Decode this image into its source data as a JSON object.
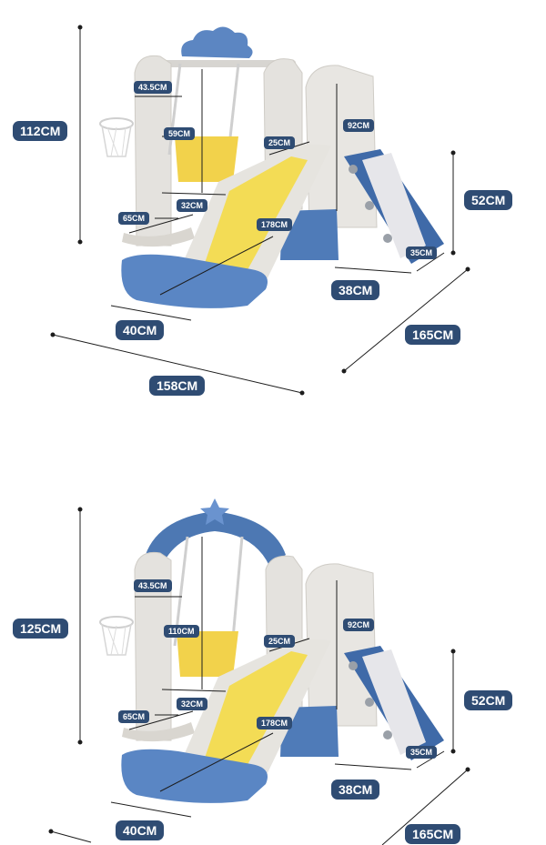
{
  "colors": {
    "label_bg": "#2f4c73",
    "label_text": "#ffffff",
    "slide_yellow": "#f3dc55",
    "slide_white": "#e9e7e2",
    "frame_blue": "#4d78b3",
    "frame_white": "#e2e0dc",
    "dimension_line": "#1d1d1d"
  },
  "icons": {
    "top_crown": "cloud-icon",
    "bottom_crown": "star-icon"
  },
  "panels": [
    {
      "labels": {
        "height_total": "112CM",
        "swing_bar": "43.5CM",
        "swing_height": "59CM",
        "slide_top": "25CM",
        "platform_height": "92CM",
        "seat_width": "32CM",
        "base_length": "65CM",
        "slide_length": "178CM",
        "ladder_height": "52CM",
        "ladder_step": "35CM",
        "ladder_base": "38CM",
        "slide_width": "40CM",
        "depth": "165CM",
        "width_total": "158CM"
      }
    },
    {
      "labels": {
        "height_total": "125CM",
        "swing_bar": "43.5CM",
        "swing_height": "110CM",
        "slide_top": "25CM",
        "platform_height": "92CM",
        "seat_width": "32CM",
        "base_length": "65CM",
        "slide_length": "178CM",
        "ladder_height": "52CM",
        "ladder_step": "35CM",
        "ladder_base": "38CM",
        "slide_width": "40CM",
        "depth": "165CM"
      }
    }
  ]
}
